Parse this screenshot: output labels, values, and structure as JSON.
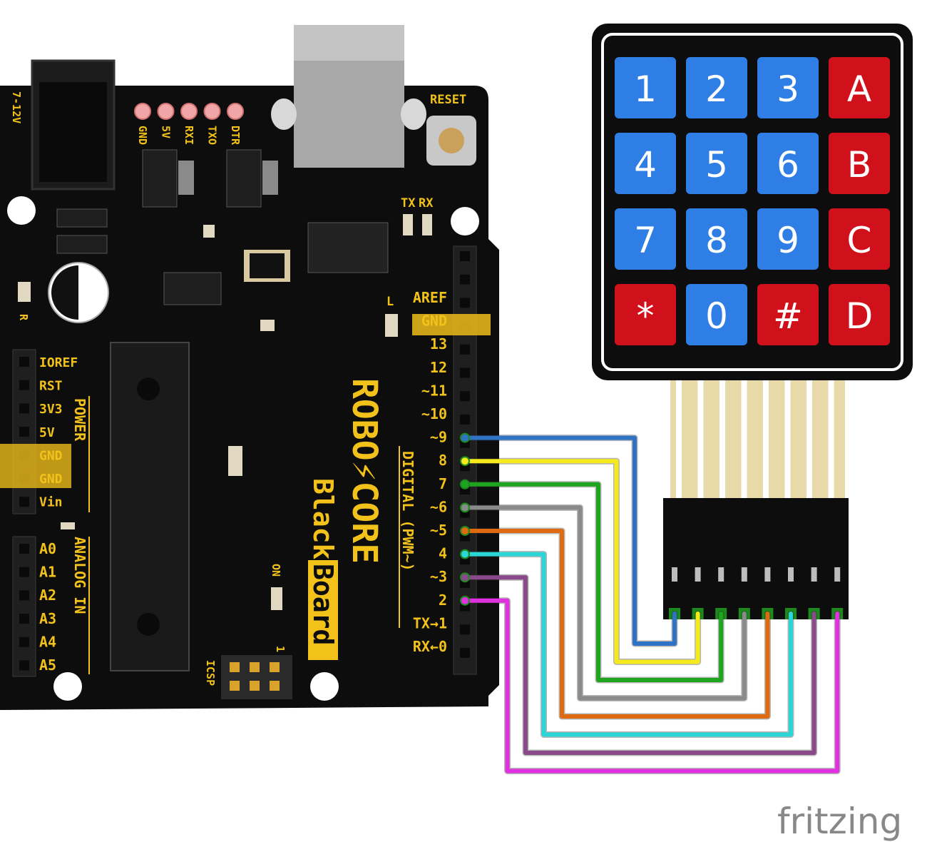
{
  "board": {
    "power_jack_label": "7-12V",
    "top_header_pins": [
      "GND",
      "5V",
      "RXI",
      "TXO",
      "DTR"
    ],
    "reset_label": "RESET",
    "txrx_labels": [
      "TX",
      "RX"
    ],
    "l_label": "L",
    "r_label": "R",
    "on_label": "ON",
    "icsp_label": "ICSP",
    "icsp_pin1_mark": "1",
    "brand_line1": "ROBO",
    "brand_line2": "CORE",
    "brand_black": "Black",
    "brand_board": "Board",
    "digital_section_label": "DIGITAL (PWM~)",
    "power_section_label": "POWER",
    "analog_section_label": "ANALOG IN",
    "digital_pins": [
      "AREF",
      "GND",
      "13",
      "12",
      "~11",
      "~10",
      "~9",
      "8",
      "7",
      "~6",
      "~5",
      "4",
      "~3",
      "2",
      "TX→1",
      "RX←0"
    ],
    "power_pins": [
      "IOREF",
      "RST",
      "3V3",
      "5V",
      "GND",
      "GND",
      "Vin"
    ],
    "analog_pins": [
      "A0",
      "A1",
      "A2",
      "A3",
      "A4",
      "A5"
    ]
  },
  "keypad": {
    "rows": [
      [
        {
          "label": "1",
          "color": "#2e7ee6"
        },
        {
          "label": "2",
          "color": "#2e7ee6"
        },
        {
          "label": "3",
          "color": "#2e7ee6"
        },
        {
          "label": "A",
          "color": "#d0101a"
        }
      ],
      [
        {
          "label": "4",
          "color": "#2e7ee6"
        },
        {
          "label": "5",
          "color": "#2e7ee6"
        },
        {
          "label": "6",
          "color": "#2e7ee6"
        },
        {
          "label": "B",
          "color": "#d0101a"
        }
      ],
      [
        {
          "label": "7",
          "color": "#2e7ee6"
        },
        {
          "label": "8",
          "color": "#2e7ee6"
        },
        {
          "label": "9",
          "color": "#2e7ee6"
        },
        {
          "label": "C",
          "color": "#d0101a"
        }
      ],
      [
        {
          "label": "*",
          "color": "#d0101a"
        },
        {
          "label": "0",
          "color": "#2e7ee6"
        },
        {
          "label": "#",
          "color": "#d0101a"
        },
        {
          "label": "D",
          "color": "#d0101a"
        }
      ]
    ]
  },
  "wires": [
    {
      "pin": "~9",
      "connector_pin": 1,
      "color": "#2f73c6"
    },
    {
      "pin": "8",
      "connector_pin": 2,
      "color": "#f4ea1c"
    },
    {
      "pin": "7",
      "connector_pin": 3,
      "color": "#1ea41e"
    },
    {
      "pin": "~6",
      "connector_pin": 4,
      "color": "#8a8a8a"
    },
    {
      "pin": "~5",
      "connector_pin": 5,
      "color": "#e06a12"
    },
    {
      "pin": "4",
      "connector_pin": 6,
      "color": "#2ad6d6"
    },
    {
      "pin": "~3",
      "connector_pin": 7,
      "color": "#8a4a8a"
    },
    {
      "pin": "2",
      "connector_pin": 8,
      "color": "#e030e0"
    }
  ],
  "watermark": "fritzing"
}
